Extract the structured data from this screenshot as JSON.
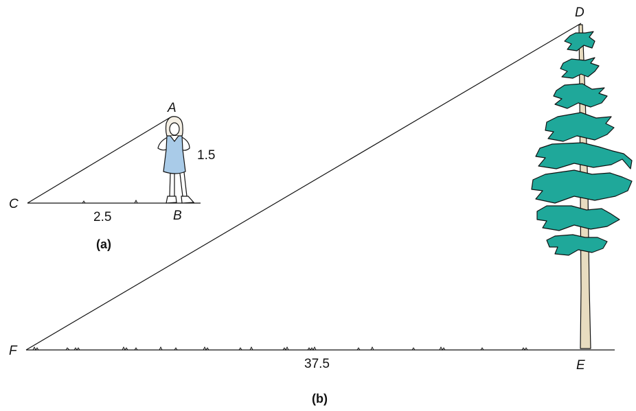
{
  "figure_a": {
    "points": {
      "A": "A",
      "B": "B",
      "C": "C"
    },
    "height_label": "1.5",
    "base_label": "2.5",
    "caption": "(a)"
  },
  "figure_b": {
    "points": {
      "D": "D",
      "E": "E",
      "F": "F"
    },
    "base_label": "37.5",
    "caption": "(b)"
  },
  "colors": {
    "line": "#111111",
    "dress": "#a9cbe8",
    "foliage": "#1fa89a",
    "trunk": "#e8dcc0"
  }
}
